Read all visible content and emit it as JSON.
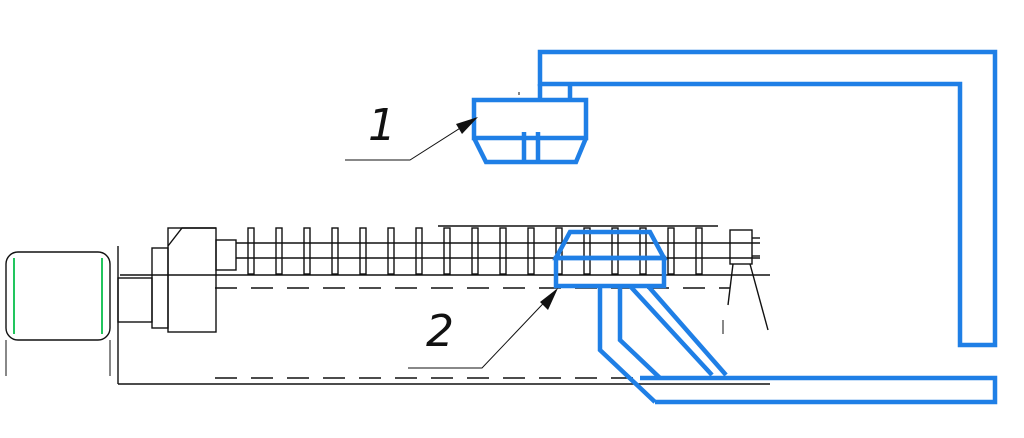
{
  "colors": {
    "frame": "#1f7fe6",
    "line": "#111111",
    "motor_accent": "#22c55e",
    "background": "#ffffff"
  },
  "callouts": [
    {
      "label": "1",
      "target": "upper-head"
    },
    {
      "label": "2",
      "target": "lower-carriage"
    }
  ]
}
